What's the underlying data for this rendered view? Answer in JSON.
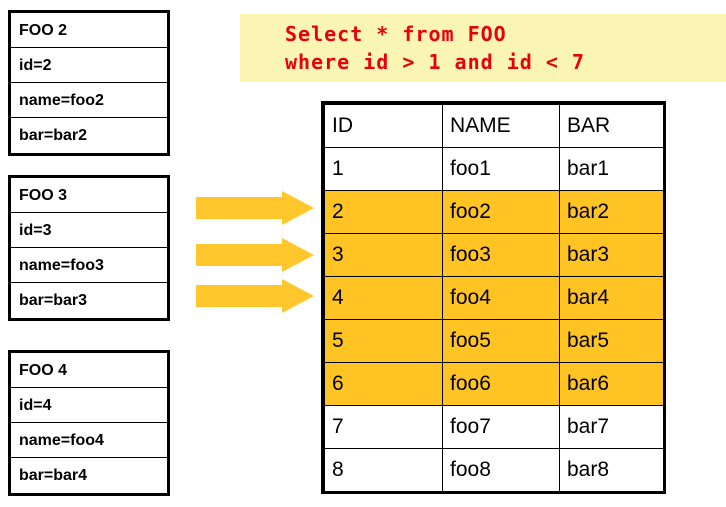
{
  "objects": {
    "cards": [
      {
        "title": "FOO 2",
        "id": "id=2",
        "name": "name=foo2",
        "bar": "bar=bar2"
      },
      {
        "title": "FOO 3",
        "id": "id=3",
        "name": "name=foo3",
        "bar": "bar=bar3"
      },
      {
        "title": "FOO 4",
        "id": "id=4",
        "name": "name=foo4",
        "bar": "bar=bar4"
      }
    ]
  },
  "arrows": {
    "count": 3,
    "color": "#ffc72c",
    "direction": "right"
  },
  "query": {
    "line1": "Select * from FOO",
    "line2": "where id > 1 and id < 7",
    "background": "#fbf5b4",
    "text_color": "#e8000d"
  },
  "result_table": {
    "columns": [
      "ID",
      "NAME",
      "BAR"
    ],
    "highlight_color": "#ffc423",
    "rows": [
      {
        "cells": [
          "1",
          "foo1",
          "bar1"
        ],
        "highlighted": false
      },
      {
        "cells": [
          "2",
          "foo2",
          "bar2"
        ],
        "highlighted": true
      },
      {
        "cells": [
          "3",
          "foo3",
          "bar3"
        ],
        "highlighted": true
      },
      {
        "cells": [
          "4",
          "foo4",
          "bar4"
        ],
        "highlighted": true
      },
      {
        "cells": [
          "5",
          "foo5",
          "bar5"
        ],
        "highlighted": true
      },
      {
        "cells": [
          "6",
          "foo6",
          "bar6"
        ],
        "highlighted": true
      },
      {
        "cells": [
          "7",
          "foo7",
          "bar7"
        ],
        "highlighted": false
      },
      {
        "cells": [
          "8",
          "foo8",
          "bar8"
        ],
        "highlighted": false
      }
    ]
  }
}
